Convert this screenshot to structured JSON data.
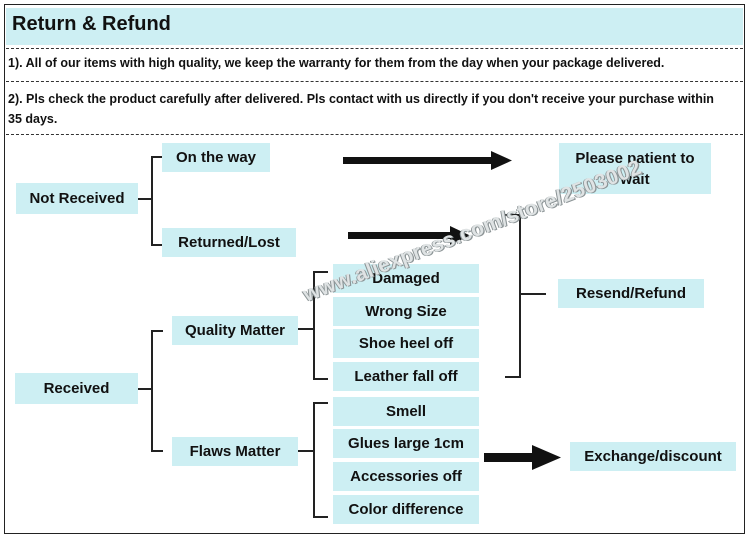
{
  "header": {
    "title": "Return & Refund"
  },
  "notes": {
    "note1": "1).  All of our items with high quality, we keep the warranty for them from the day when your package delivered.",
    "note2_line1": "2).  Pls check the product carefully after delivered.  Pls contact with us directly if you don't receive your purchase within",
    "note2_line2": "35 days."
  },
  "diagram": {
    "not_received": "Not Received",
    "on_the_way": "On the way",
    "returned_lost": "Returned/Lost",
    "please_patient_line1": "Please  patient to",
    "please_patient_line2": "wait",
    "received": "Received",
    "quality_matter": "Quality Matter",
    "flaws_matter": "Flaws Matter",
    "damaged": "Damaged",
    "wrong_size": "Wrong Size",
    "shoe_heel_off": "Shoe heel off",
    "leather_fall_off": "Leather fall off",
    "smell": "Smell",
    "glues_large": "Glues large 1cm",
    "accessories_off": "Accessories off",
    "color_difference": "Color difference",
    "resend_refund": "Resend/Refund",
    "exchange_discount": "Exchange/discount"
  },
  "watermark": "www.aliexpress.com/store/2503002",
  "colors": {
    "box_fill": "#cdeff3",
    "line": "#222222"
  }
}
